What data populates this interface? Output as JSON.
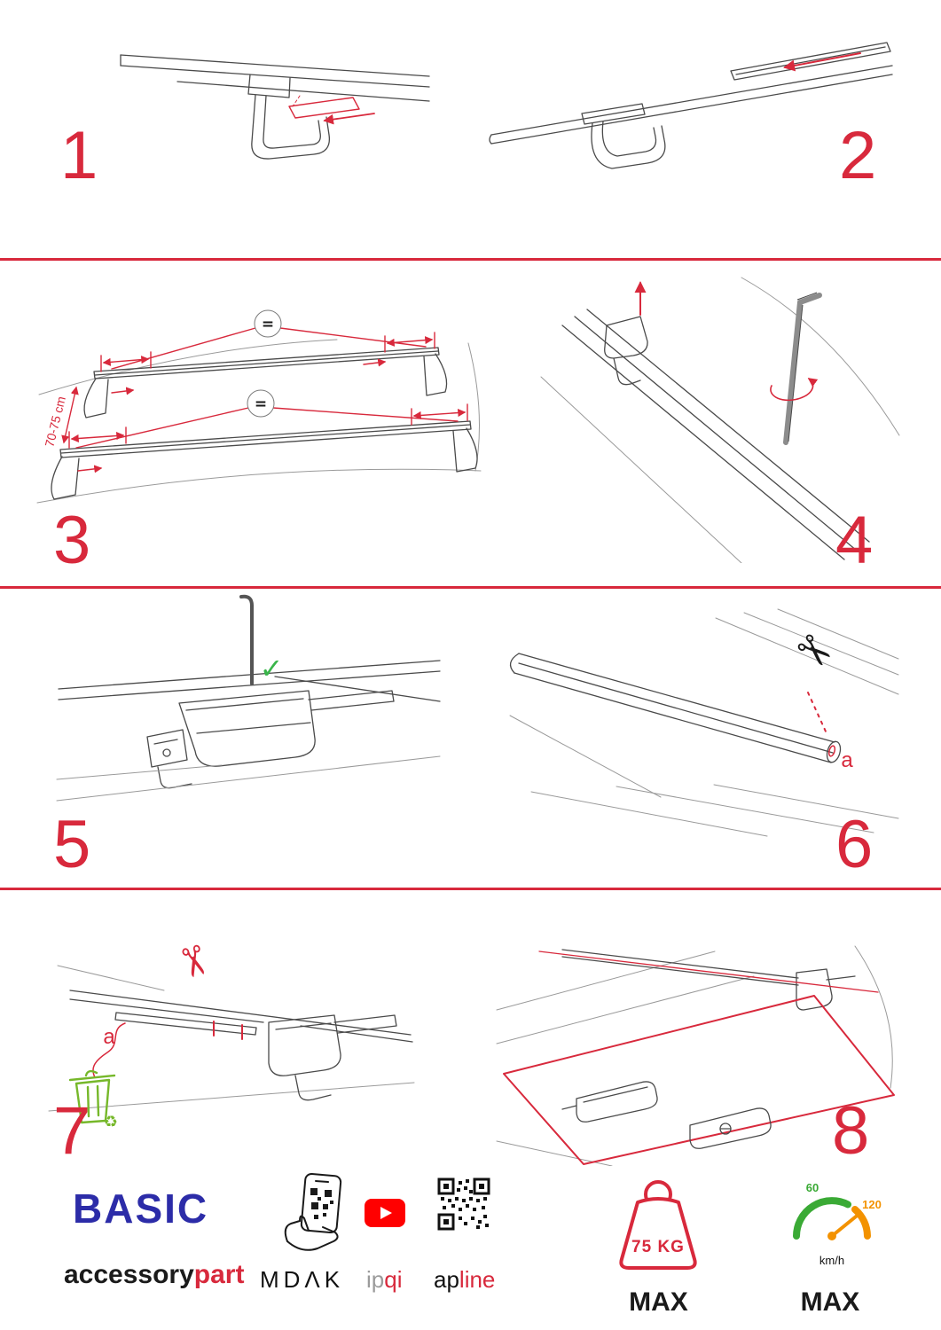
{
  "colors": {
    "accent_red": "#d8293c",
    "brand_blue": "#2c2ca8",
    "check_green": "#39b54a",
    "eco_green": "#76b82a",
    "gauge_green": "#3aaa35",
    "gauge_orange": "#f39200",
    "youtube_red": "#ff0000"
  },
  "steps": [
    {
      "number": "1"
    },
    {
      "number": "2"
    },
    {
      "number": "3"
    },
    {
      "number": "4"
    },
    {
      "number": "5"
    },
    {
      "number": "6"
    },
    {
      "number": "7"
    },
    {
      "number": "8"
    }
  ],
  "step3": {
    "dimension": "70-75 cm",
    "equal1": "=",
    "equal2": "="
  },
  "step5": {
    "check_icon": "✓"
  },
  "step6": {
    "scissors_icon": "✂",
    "label_a": "a"
  },
  "step7": {
    "scissors_icon": "✂",
    "label_a": "a",
    "recycle_icon": "♻"
  },
  "footer": {
    "brand": "BASIC",
    "brand_sub": {
      "black": "accessory",
      "red": "part"
    },
    "partner_mdak": "MDΛK",
    "partner_ipqi": {
      "gray": "ip",
      "red": "qi"
    },
    "partner_apline": {
      "black": "ap",
      "red": "line"
    },
    "weight": {
      "value": "75 KG",
      "max": "MAX"
    },
    "speed": {
      "low": "60",
      "high": "120",
      "unit": "km/h",
      "max": "MAX"
    }
  }
}
